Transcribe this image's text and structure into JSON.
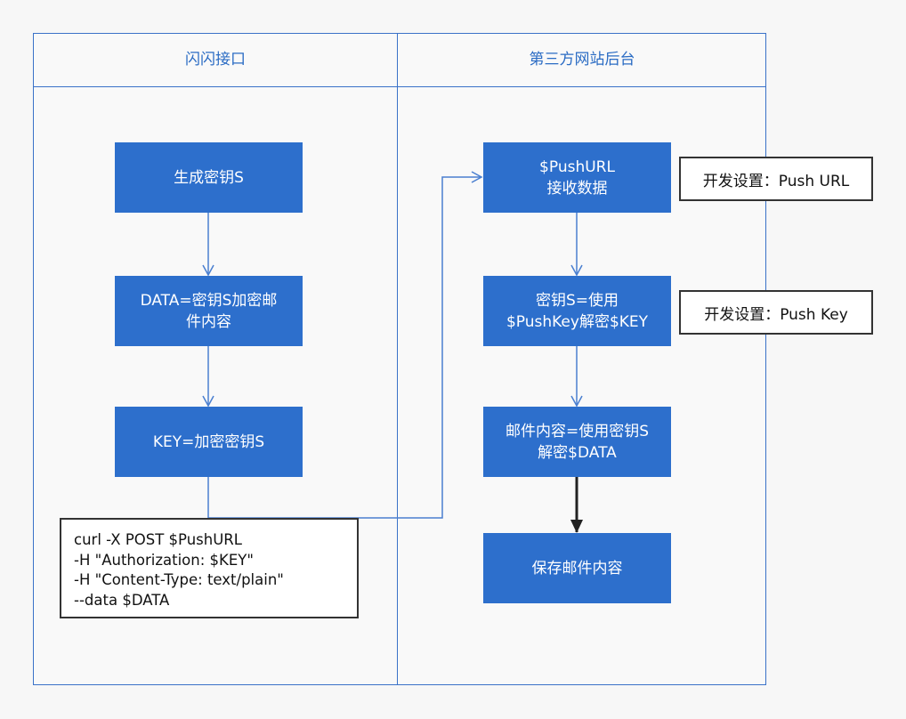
{
  "lanes": {
    "left_title": "闪闪接口",
    "right_title": "第三方网站后台"
  },
  "left_steps": {
    "gen_key": "生成密钥S",
    "encrypt_mail": "DATA=密钥S加密邮\n件内容",
    "encrypt_key": "KEY=加密密钥S"
  },
  "right_steps": {
    "receive": "$PushURL\n接收数据",
    "decrypt_key": "密钥S=使用\n$PushKey解密$KEY",
    "decrypt_mail": "邮件内容=使用密钥S\n解密$DATA",
    "save_mail": "保存邮件内容"
  },
  "notes": {
    "push_url": "开发设置：Push URL",
    "push_key": "开发设置：Push Key"
  },
  "curl_command": {
    "lines": [
      "curl -X POST $PushURL",
      "-H \"Authorization: $KEY\"",
      "-H \"Content-Type: text/plain\"",
      "--data $DATA"
    ]
  },
  "colors": {
    "box_fill": "#2d6fcc",
    "lane_border": "#3a72c8",
    "lane_title": "#2b6cc4",
    "connector": "#4a7fd0",
    "bold_arrow": "#222222"
  }
}
